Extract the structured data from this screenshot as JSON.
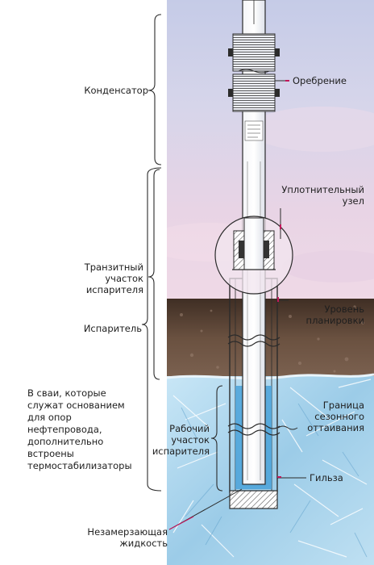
{
  "labels": {
    "condenser": "Конденсатор",
    "finning": "Оребрение",
    "seal_unit_l1": "Уплотнительный",
    "seal_unit_l2": "узел",
    "transit_l1": "Транзитный",
    "transit_l2": "участок",
    "transit_l3": "испарителя",
    "evaporator": "Испаритель",
    "grade_level_l1": "Уровень",
    "grade_level_l2": "планировки",
    "seasonal_thaw_l1": "Граница",
    "seasonal_thaw_l2": "сезонного",
    "seasonal_thaw_l3": "оттаивания",
    "working_l1": "Рабочий",
    "working_l2": "участок",
    "working_l3": "испарителя",
    "sleeve": "Гильза",
    "nonfreeze_l1": "Незамерзающая",
    "nonfreeze_l2": "жидкость",
    "note_l1": "В сваи, которые",
    "note_l2": "служат основанием",
    "note_l3": "для опор",
    "note_l4": "нефтепровода,",
    "note_l5": "дополнительно",
    "note_l6": "встроены",
    "note_l7": "термостабилизаторы"
  },
  "colors": {
    "accent": "#c2185b",
    "sky_top": "#c8cce6",
    "sky_bottom": "#e9d5e6",
    "soil": "#5a4334",
    "ice": "#a9d3ec",
    "liquid": "#4aa2d9",
    "line": "#2b2b2b"
  }
}
